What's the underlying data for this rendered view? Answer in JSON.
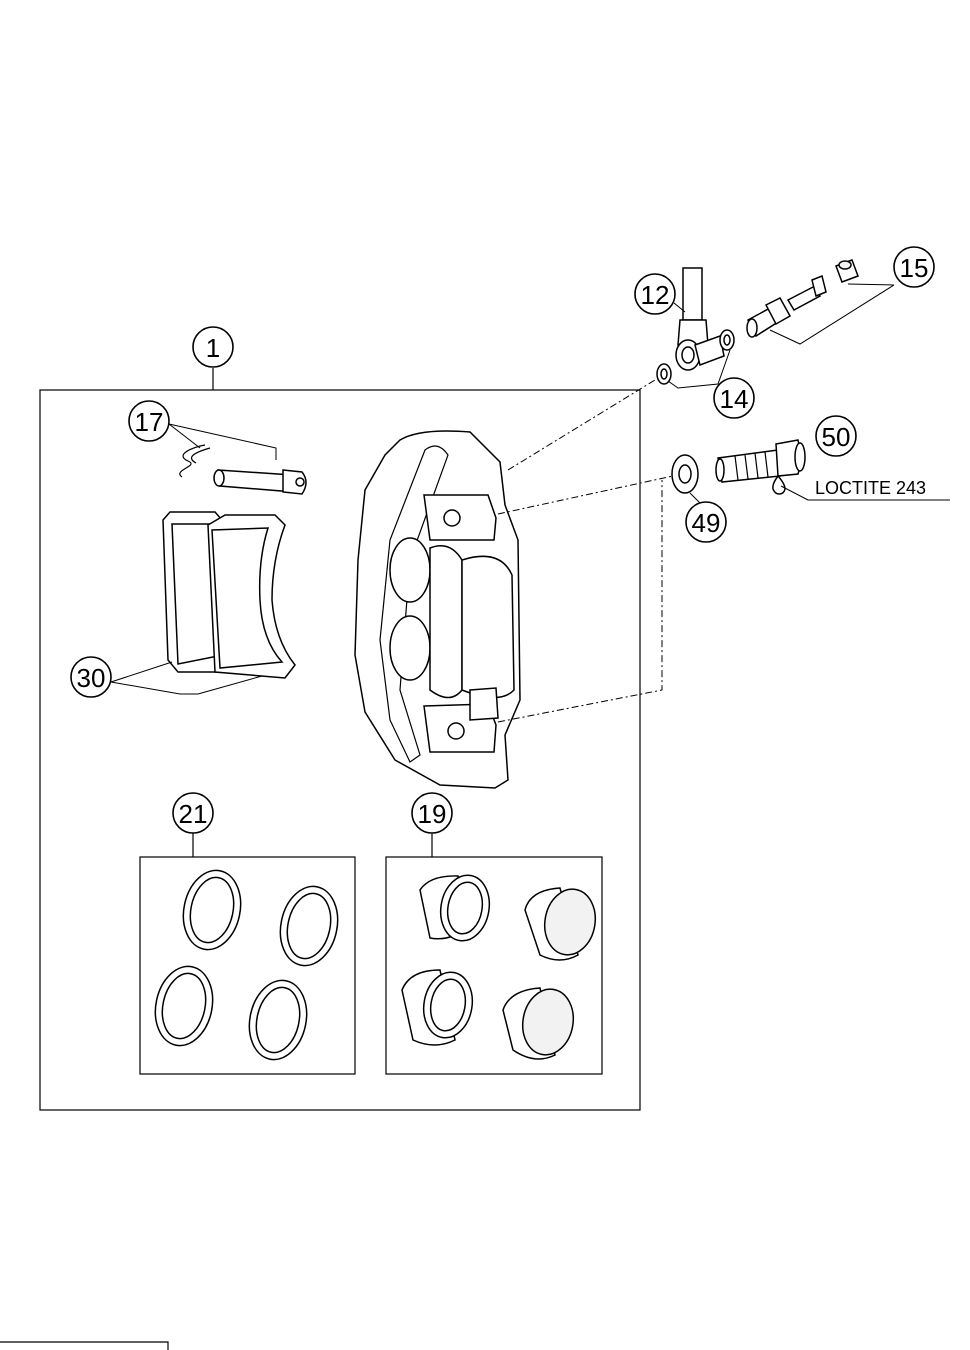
{
  "callouts": {
    "c1": "1",
    "c12": "12",
    "c14": "14",
    "c15": "15",
    "c17": "17",
    "c19": "19",
    "c21": "21",
    "c30": "30",
    "c49": "49",
    "c50": "50"
  },
  "note": {
    "loctite": "LOCTITE 243"
  },
  "footer": {
    "code": ""
  }
}
